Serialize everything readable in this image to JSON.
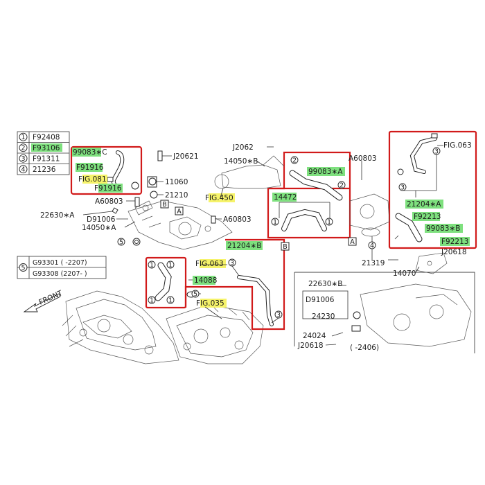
{
  "legend_codes": [
    {
      "num": "1",
      "code": "F92408"
    },
    {
      "num": "2",
      "code": "F93106"
    },
    {
      "num": "3",
      "code": "F91311"
    },
    {
      "num": "4",
      "code": "21236"
    }
  ],
  "legend5": {
    "num": "5",
    "rows": [
      "G93301 ( -2207)",
      "G93308 (2207- )"
    ]
  },
  "front_label": "FRONT",
  "box_letters": {
    "a": "A",
    "b": "B"
  },
  "labels": {
    "l99083c": "99083∗C",
    "f91916_top": "F91916",
    "fig081": "FIG.081",
    "f91916_bot": "F91916",
    "j20621": "J20621",
    "n11060": "11060",
    "n21210": "21210",
    "a60803_left": "A60803",
    "n22630a": "22630∗A",
    "d91006": "D91006",
    "n14050a": "14050∗A",
    "a60803_mid": "A60803",
    "j2062": "J2062",
    "n14050b": "14050∗B",
    "fig450": "FIG.450",
    "l99083a": "99083∗A",
    "n14472": "14472",
    "a60803_right": "A60803",
    "fig063_right": "FIG.063",
    "l21204a": "21204∗A",
    "f92213_top": "F92213",
    "l99083b": "99083∗B",
    "f92213_bot": "F92213",
    "j20618_right": "J20618",
    "n14070": "14070",
    "n21319": "21319",
    "l21204b": "21204∗B",
    "fig063_mid": "FIG.063",
    "n14088": "14088",
    "fig035": "FIG.035",
    "n22630b": "22630∗B",
    "d91006_b": "D91006",
    "n24230": "24230",
    "n24024": "24024",
    "j20618_b": "J20618",
    "r2406": "( -2406)"
  },
  "colors": {
    "red_box": "#d11a1a",
    "green_highlight": "#7ee07e",
    "yellow_highlight": "#f6f36a"
  }
}
